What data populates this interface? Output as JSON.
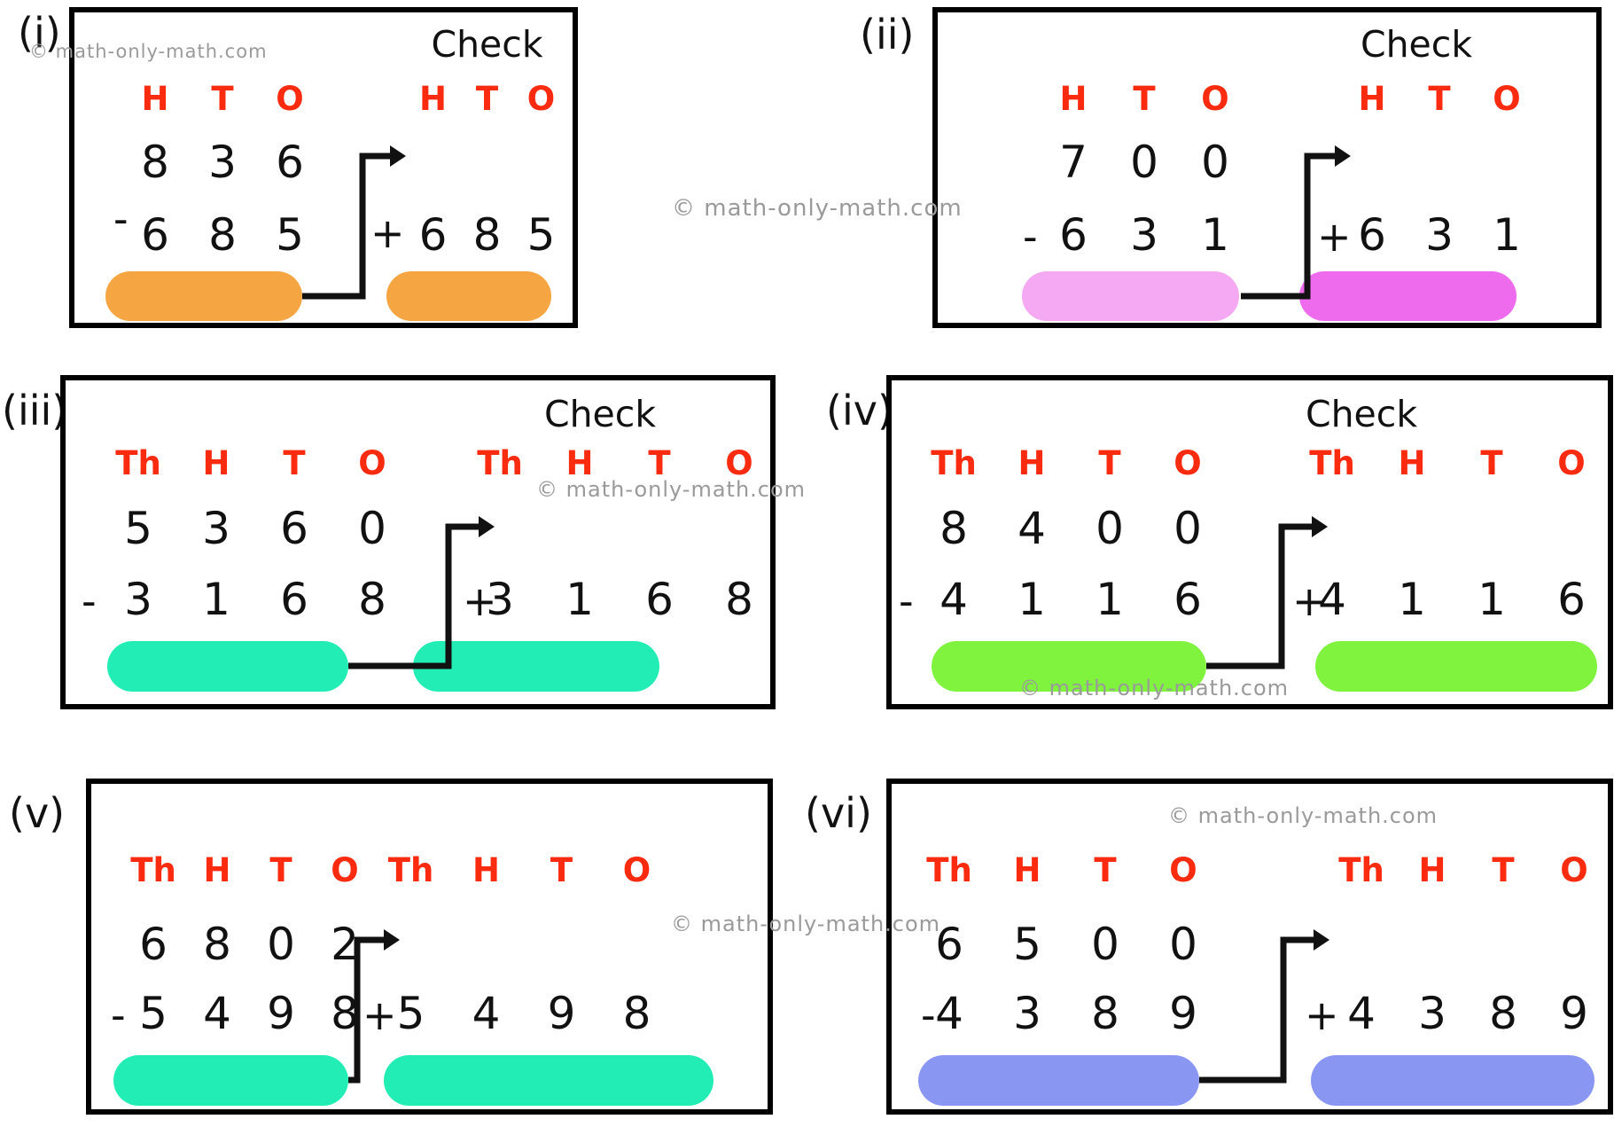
{
  "watermark": "© math-only-math.com",
  "colors": {
    "header_red": "#FB2B10",
    "ink": "#111111",
    "watermark_gray": "#9A9A9A",
    "pill_orange": "#F6A543",
    "pill_pink": "#F6A9F3",
    "pill_magenta": "#EF6BEE",
    "pill_teal": "#22EDB5",
    "pill_green": "#80F33E",
    "pill_periwinkle": "#8A97F2"
  },
  "panels": [
    {
      "label": "(i)",
      "check_label": "Check",
      "headers": [
        "H",
        "T",
        "O"
      ],
      "minuend": [
        "8",
        "3",
        "6"
      ],
      "subtrahend": [
        "6",
        "8",
        "5"
      ],
      "minus_sign": "-",
      "plus_sign": "+",
      "pill_left": "#F6A543",
      "pill_right": "#F6A543"
    },
    {
      "label": "(ii)",
      "check_label": "Check",
      "headers": [
        "H",
        "T",
        "O"
      ],
      "minuend": [
        "7",
        "0",
        "0"
      ],
      "subtrahend": [
        "6",
        "3",
        "1"
      ],
      "minus_sign": "-",
      "plus_sign": "+",
      "pill_left": "#F6A9F3",
      "pill_right": "#EF6BEE"
    },
    {
      "label": "(iii)",
      "check_label": "Check",
      "headers": [
        "Th",
        "H",
        "T",
        "O"
      ],
      "minuend": [
        "5",
        "3",
        "6",
        "0"
      ],
      "subtrahend": [
        "3",
        "1",
        "6",
        "8"
      ],
      "minus_sign": "-",
      "plus_sign": "+",
      "pill_left": "#22EDB5",
      "pill_right": "#22EDB5"
    },
    {
      "label": "(iv)",
      "check_label": "Check",
      "headers": [
        "Th",
        "H",
        "T",
        "O"
      ],
      "minuend": [
        "8",
        "4",
        "0",
        "0"
      ],
      "subtrahend": [
        "4",
        "1",
        "1",
        "6"
      ],
      "minus_sign": "-",
      "plus_sign": "+",
      "pill_left": "#80F33E",
      "pill_right": "#80F33E"
    },
    {
      "label": "(v)",
      "headers": [
        "Th",
        "H",
        "T",
        "O"
      ],
      "minuend": [
        "6",
        "8",
        "0",
        "2"
      ],
      "subtrahend": [
        "5",
        "4",
        "9",
        "8"
      ],
      "minus_sign": "-",
      "plus_sign": "+",
      "pill_left": "#22EDB5",
      "pill_right": "#22EDB5"
    },
    {
      "label": "(vi)",
      "headers": [
        "Th",
        "H",
        "T",
        "O"
      ],
      "minuend": [
        "6",
        "5",
        "0",
        "0"
      ],
      "subtrahend": [
        "4",
        "3",
        "8",
        "9"
      ],
      "minus_sign": "-",
      "plus_sign": "+",
      "pill_left": "#8A97F2",
      "pill_right": "#8A97F2"
    }
  ]
}
